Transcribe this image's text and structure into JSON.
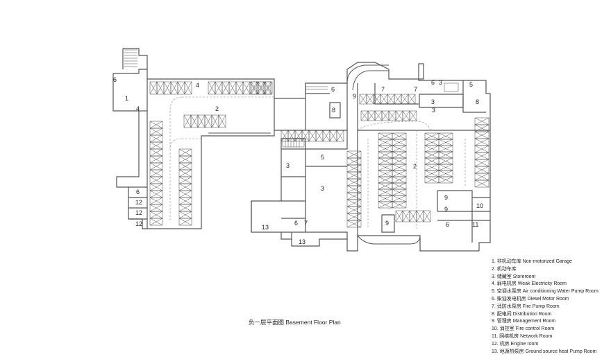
{
  "plan": {
    "title": "负一层平面图 Basement Floor Plan",
    "line_color": "#3a3a3a",
    "wall_color": "#555555",
    "rooms": [
      {
        "id": "r6a",
        "label": "6"
      },
      {
        "id": "r1",
        "label": "1"
      },
      {
        "id": "r4a",
        "label": "4"
      },
      {
        "id": "r4b",
        "label": "4"
      },
      {
        "id": "r2a",
        "label": "2"
      },
      {
        "id": "r6b",
        "label": "6"
      },
      {
        "id": "r8a",
        "label": "8"
      },
      {
        "id": "r9a",
        "label": "9"
      },
      {
        "id": "r7a",
        "label": "7"
      },
      {
        "id": "r7b",
        "label": "7"
      },
      {
        "id": "r3a",
        "label": "3"
      },
      {
        "id": "r6c",
        "label": "6"
      },
      {
        "id": "r3b",
        "label": "3"
      },
      {
        "id": "r5a",
        "label": "5"
      },
      {
        "id": "r8b",
        "label": "8"
      },
      {
        "id": "r3c",
        "label": "3"
      },
      {
        "id": "r5b",
        "label": "5"
      },
      {
        "id": "r3d",
        "label": "3"
      },
      {
        "id": "r3e",
        "label": "3"
      },
      {
        "id": "r2b",
        "label": "2"
      },
      {
        "id": "r9b",
        "label": "9"
      },
      {
        "id": "r9c",
        "label": "9"
      },
      {
        "id": "r10",
        "label": "10"
      },
      {
        "id": "r6d",
        "label": "6"
      },
      {
        "id": "r11",
        "label": "11"
      },
      {
        "id": "r9d",
        "label": "9"
      },
      {
        "id": "r6e",
        "label": "6"
      },
      {
        "id": "r12a",
        "label": "12"
      },
      {
        "id": "r12b",
        "label": "12"
      },
      {
        "id": "r12c",
        "label": "12"
      },
      {
        "id": "r13a",
        "label": "13"
      },
      {
        "id": "r13b",
        "label": "13"
      },
      {
        "id": "r6f",
        "label": "6"
      },
      {
        "id": "r7c",
        "label": "7"
      }
    ]
  },
  "legend": [
    "1. 非机动车库 Non-motorized Garage",
    "2. 机动车库",
    "3. 储藏室 Storeroom",
    "4. 弱电机房 Weak Electricity Room",
    "5. 空调水泵房 Air conditioning Water Pump Room",
    "6. 柴油发电机房 Diesel Motor Room",
    "7. 消防水泵房 Fire Pump Room",
    "8. 配电间 Distribution Room",
    "9. 管理房 Management Room",
    "10. 消控室 Fire control Room",
    "11. 网络机房 Network Room",
    "12. 机房 Engine room",
    "13. 地源热泵房  Ground source heat Pump Room"
  ]
}
